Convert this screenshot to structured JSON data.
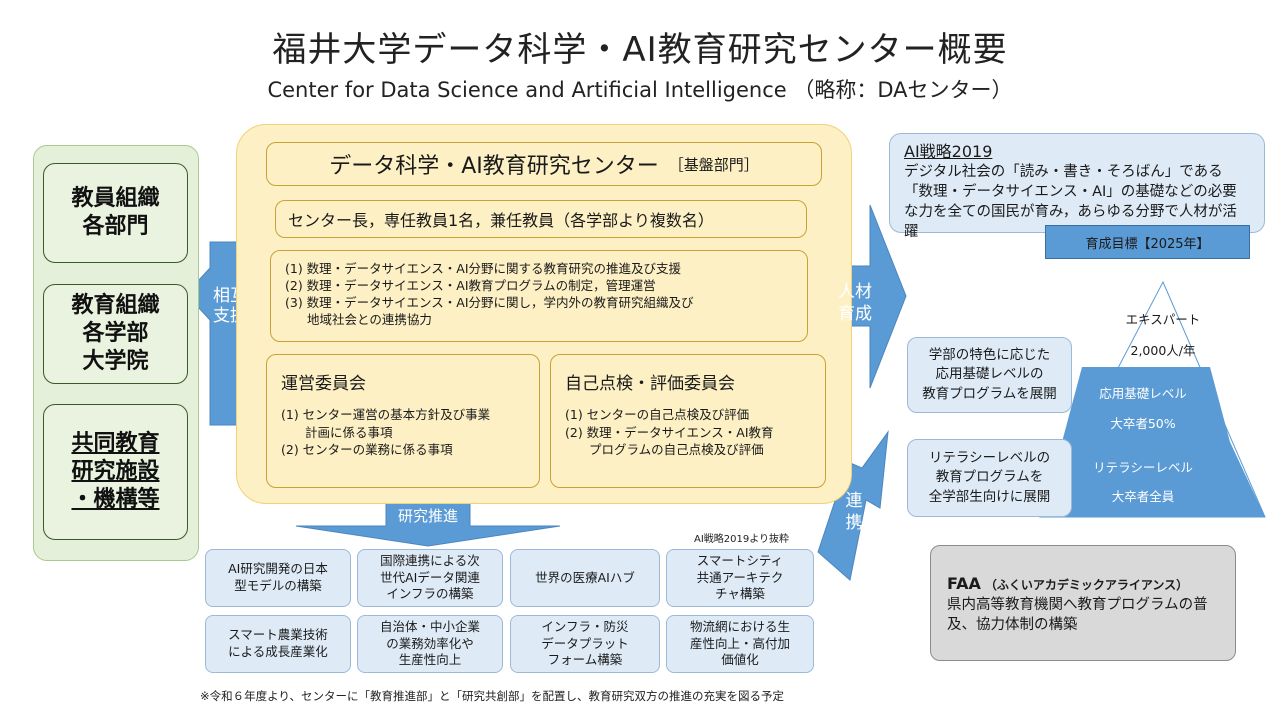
{
  "header": {
    "title": "福井大学データ科学・AI教育研究センター概要",
    "subtitle": "Center for Data Science and Artificial Intelligence （略称：DAセンター）"
  },
  "organizations": [
    {
      "lines": [
        "教員組織",
        "各部門"
      ]
    },
    {
      "lines": [
        "教育組織",
        "各学部",
        "大学院"
      ]
    },
    {
      "lines": [
        "共同教育",
        "研究施設",
        "・機構等"
      ]
    }
  ],
  "mutual_support": "相互支援",
  "center": {
    "name": "データ科学・AI教育研究センター",
    "division": "［基盤部門］",
    "staff": "センター長，専任教員1名，兼任教員（各学部より複数名）",
    "duties": [
      "(1) 数理・データサイエンス・AI分野に関する教育研究の推進及び支援",
      "(2) 数理・データサイエンス・AI教育プログラムの制定，管理運営",
      "(3) 数理・データサイエンス・AI分野に関し，学内外の教育研究組織及び",
      "地域社会との連携協力"
    ],
    "steering": {
      "title": "運営委員会",
      "items": [
        "(1) センター運営の基本方針及び事業",
        "計画に係る事項",
        "(2) センターの業務に係る事項"
      ]
    },
    "evaluation": {
      "title": "自己点検・評価委員会",
      "items": [
        "(1) センターの自己点検及び評価",
        "(2) 数理・データサイエンス・AI教育",
        "プログラムの自己点検及び評価"
      ]
    }
  },
  "research_promotion": "研究推進",
  "source_note": "AI戦略2019より抜粋",
  "research_items": [
    {
      "lines": [
        "AI研究開発の日本",
        "型モデルの構築"
      ]
    },
    {
      "lines": [
        "国際連携による次",
        "世代AIデータ関連",
        "インフラの構築"
      ]
    },
    {
      "lines": [
        "世界の医療AIハブ"
      ]
    },
    {
      "lines": [
        "スマートシティ",
        "共通アーキテク",
        "チャ構築"
      ]
    },
    {
      "lines": [
        "スマート農業技術",
        "による成長産業化"
      ]
    },
    {
      "lines": [
        "自治体・中小企業",
        "の業務効率化や",
        "生産性向上"
      ]
    },
    {
      "lines": [
        "インフラ・防災",
        "データプラット",
        "フォーム構築"
      ]
    },
    {
      "lines": [
        "物流網における生",
        "産性向上・高付加",
        "価値化"
      ]
    }
  ],
  "talent": "人材育成",
  "collaboration": "連携",
  "strategy": {
    "title": "AI戦略2019",
    "text": "デジタル社会の「読み・書き・そろばん」である「数理・データサイエンス・AI」の基礎などの必要な力を全ての国民が育み，あらゆる分野で人材が活躍",
    "goal": "育成目標【2025年】"
  },
  "pyramid": {
    "expert_label": "エキスパート",
    "expert_value": "2,000人/年",
    "applied_label": "応用基礎レベル",
    "applied_value": "大卒者50%",
    "literacy_label": "リテラシーレベル",
    "literacy_value": "大卒者全員"
  },
  "applied_program": {
    "lines": [
      "学部の特色に応じた",
      "応用基礎レベルの",
      "教育プログラムを展開"
    ]
  },
  "literacy_program": {
    "lines": [
      "リテラシーレベルの",
      "教育プログラムを",
      "全学部生向けに展開"
    ]
  },
  "faa": {
    "title": "FAA",
    "subtitle": "（ふくいアカデミックアライアンス）",
    "text": "県内高等教育機関へ教育プログラムの普及、協力体制の構築"
  },
  "footnote": "※令和６年度より、センターに「教育推進部」と「研究共創部」を配置し、教育研究双方の推進の充実を図る予定",
  "colors": {
    "arrow_blue": "#5b9bd5",
    "panel_yellow": "#fdf0c4",
    "panel_green": "#e4f0d9",
    "cell_blue": "#deebf7",
    "faa_gray": "#d9d9d9"
  }
}
